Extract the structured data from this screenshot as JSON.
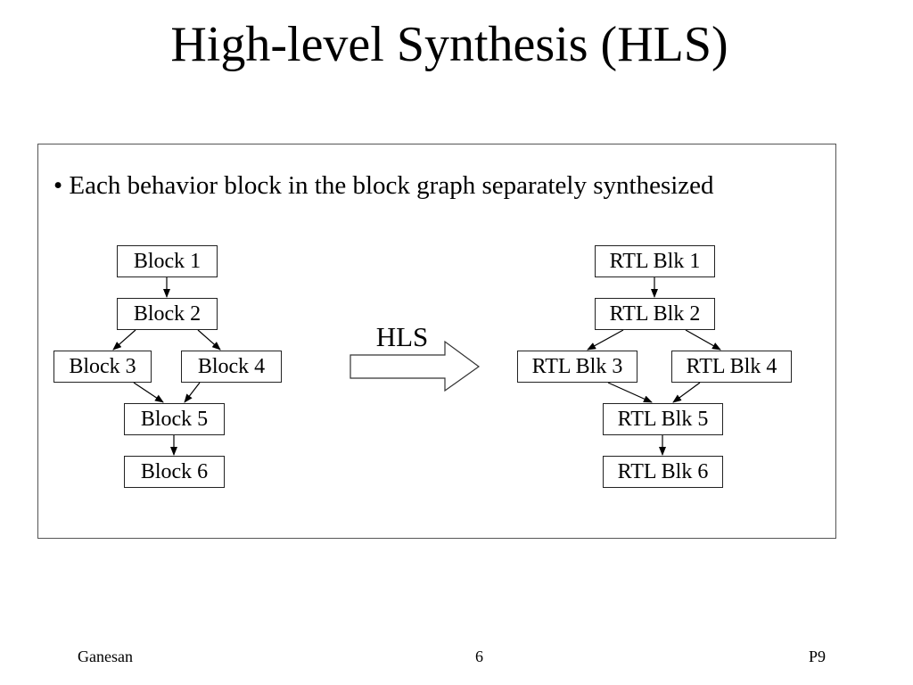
{
  "slide": {
    "title": "High-level Synthesis (HLS)",
    "bullet": "• Each behavior block in the block graph separately synthesized",
    "arrow_label": "HLS"
  },
  "left_graph": {
    "nodes": [
      "Block 1",
      "Block 2",
      "Block 3",
      "Block 4",
      "Block 5",
      "Block 6"
    ]
  },
  "right_graph": {
    "nodes": [
      "RTL Blk 1",
      "RTL Blk 2",
      "RTL Blk 3",
      "RTL Blk 4",
      "RTL Blk 5",
      "RTL Blk 6"
    ]
  },
  "edges": [
    [
      1,
      2
    ],
    [
      2,
      3
    ],
    [
      2,
      4
    ],
    [
      3,
      5
    ],
    [
      4,
      5
    ],
    [
      5,
      6
    ]
  ],
  "footer": {
    "author": "Ganesan",
    "slide_number": "6",
    "code": "P9"
  }
}
